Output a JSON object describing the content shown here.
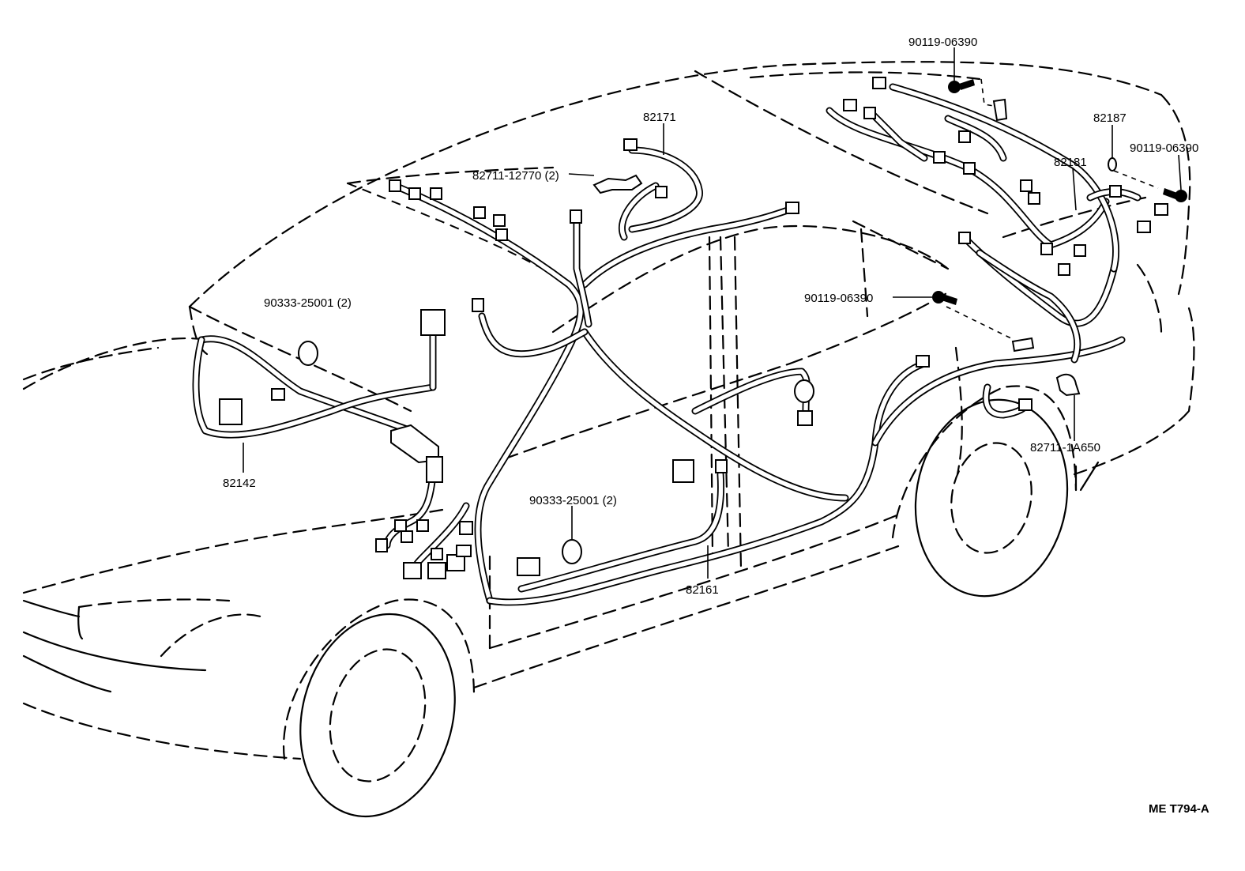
{
  "parts": {
    "bolt_top": "90119-06390",
    "bolt_right": "90119-06390",
    "bolt_mid": "90119-06390",
    "clamp_82187": "82187",
    "harness_82181": "82181",
    "harness_82171": "82171",
    "clamp_82711_12770": "82711-12770 (2)",
    "grommet_upper": "90333-25001 (2)",
    "grommet_lower": "90333-25001 (2)",
    "harness_82142": "82142",
    "harness_82161": "82161",
    "clamp_82711_1a650": "82711-1A650"
  },
  "figure_code": "ME T794-A"
}
